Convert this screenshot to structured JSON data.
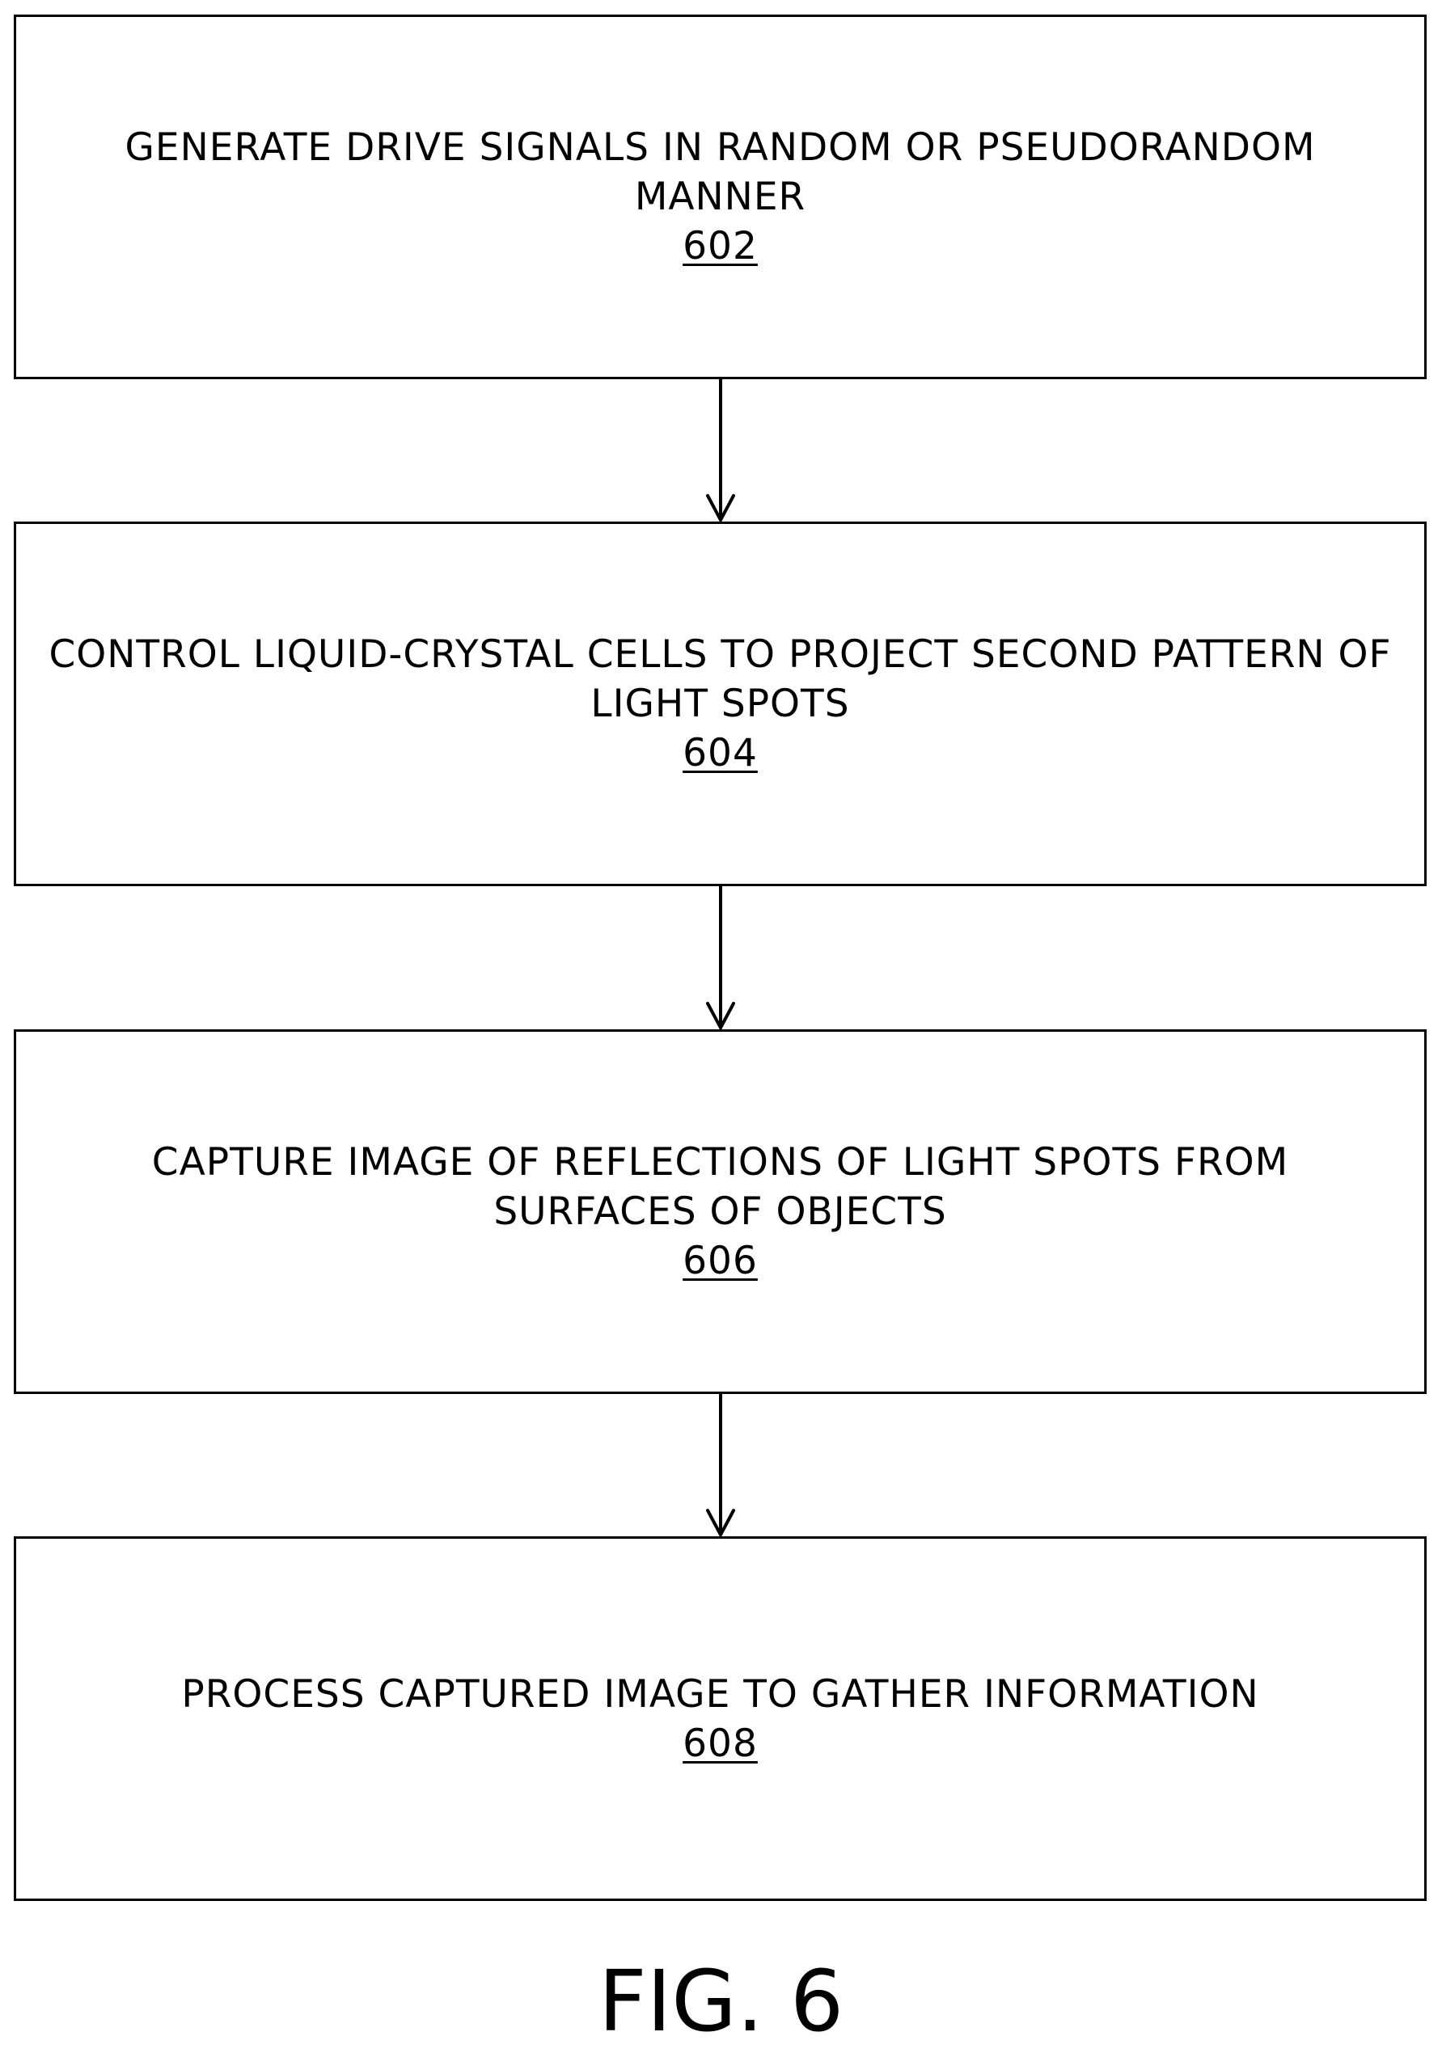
{
  "steps": [
    {
      "text": "GENERATE DRIVE SIGNALS IN RANDOM OR PSEUDORANDOM MANNER",
      "ref": "602"
    },
    {
      "text": "CONTROL LIQUID-CRYSTAL CELLS TO PROJECT SECOND PATTERN OF LIGHT SPOTS",
      "ref": "604"
    },
    {
      "text": "CAPTURE IMAGE OF REFLECTIONS OF LIGHT SPOTS FROM SURFACES OF OBJECTS",
      "ref": "606"
    },
    {
      "text": "PROCESS CAPTURED IMAGE TO GATHER INFORMATION",
      "ref": "608"
    }
  ],
  "figure_label": "FIG. 6",
  "colors": {
    "line": "#000000",
    "background": "#ffffff"
  }
}
